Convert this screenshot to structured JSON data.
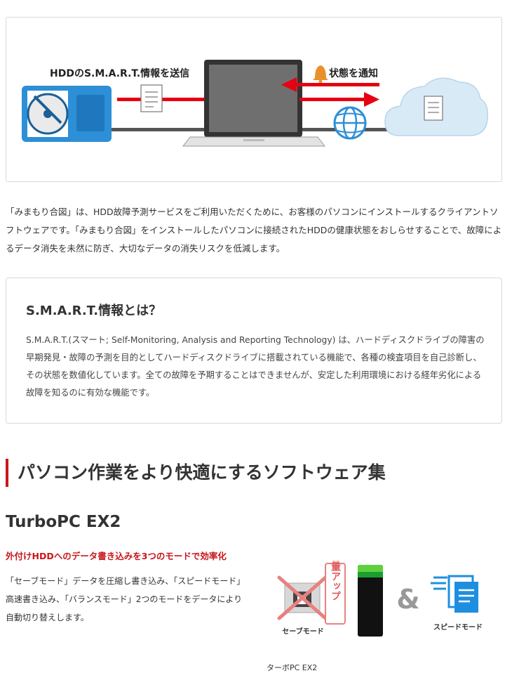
{
  "hero": {
    "left_label": "HDDのS.M.A.R.T.情報を送信",
    "right_label": "状態を通知",
    "colors": {
      "accent": "#e60012",
      "hdd": "#2d8fd6",
      "globe": "#2d8fd6",
      "cloud": "#d9eaf7"
    },
    "icons": [
      "hdd-icon",
      "document-icon",
      "laptop-icon",
      "bell-icon",
      "globe-icon",
      "cloud-icon"
    ]
  },
  "intro": {
    "text": "「みまもり合図」は、HDD故障予測サービスをご利用いただくために、お客様のパソコンにインストールするクライアントソフトウェアです。「みまもり合図」をインストールしたパソコンに接続されたHDDの健康状態をおしらせすることで、故障によるデータ消失を未然に防ぎ、大切なデータの消失リスクを低減します。"
  },
  "smart": {
    "title": "S.M.A.R.T.情報とは？",
    "text": "S.M.A.R.T.(スマート; Self-Monitoring, Analysis and Reporting Technology) は、ハードディスクドライブの障害の早期発見・故障の予測を目的としてハードディスクドライブに搭載されている機能で、各種の検査項目を自己診断し、その状態を数値化しています。全ての故障を予期することはできませんが、安定した利用環境における経年劣化による故障を知るのに有効な機能です。"
  },
  "section": {
    "heading": "パソコン作業をより快適にするソフトウェア集"
  },
  "product": {
    "name": "TurboPC EX2",
    "tagline": "外付けHDDへのデータ書き込みを3つのモードで効率化",
    "description": "「セーブモード」データを圧縮し書き込み、「スピードモード」高速書き込み、「バランスモード」2つのモードをデータにより自動切り替えします。",
    "image": {
      "badge": "容量アップ",
      "save_label": "セーブモード",
      "amp": "&",
      "speed_label": "スピードモード"
    },
    "caption": "ターボPC EX2"
  }
}
